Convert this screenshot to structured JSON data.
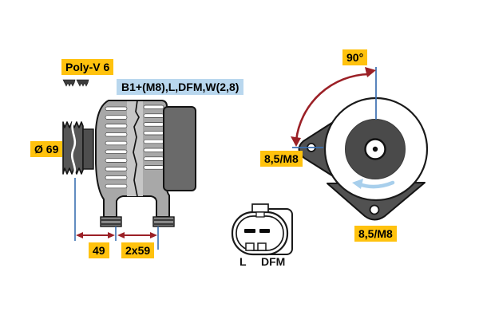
{
  "diagram": {
    "type": "alternator-technical-drawing",
    "side_view": {
      "belt_type_label": "Poly-V 6",
      "terminal_code_label": "B1+(M8),L,DFM,W(2,8)",
      "pulley_diameter_label": "Ø 69",
      "dim_pulley_offset": "49",
      "dim_mounting": "2x59"
    },
    "rear_view": {
      "angle_label": "90°",
      "left_hole_label": "8,5/M8",
      "bottom_hole_label": "8,5/M8"
    },
    "connector_view": {
      "pin_label_left": "L",
      "pin_label_right": "DFM"
    },
    "icons": {
      "belt_profile": "poly-v-belt-profile-icon",
      "rotation": "counterclockwise-rotation-arrow-icon"
    },
    "colors": {
      "label_yellow_bg": "#FFC20E",
      "label_blue_bg": "#B9D7EE",
      "dimension_blue": "#3A6FB0",
      "dimension_red": "#9B2026",
      "rotation_arrow_blue": "#A8CFEC",
      "body_gray": "#A8A8A8",
      "dark_gray": "#595959"
    }
  }
}
